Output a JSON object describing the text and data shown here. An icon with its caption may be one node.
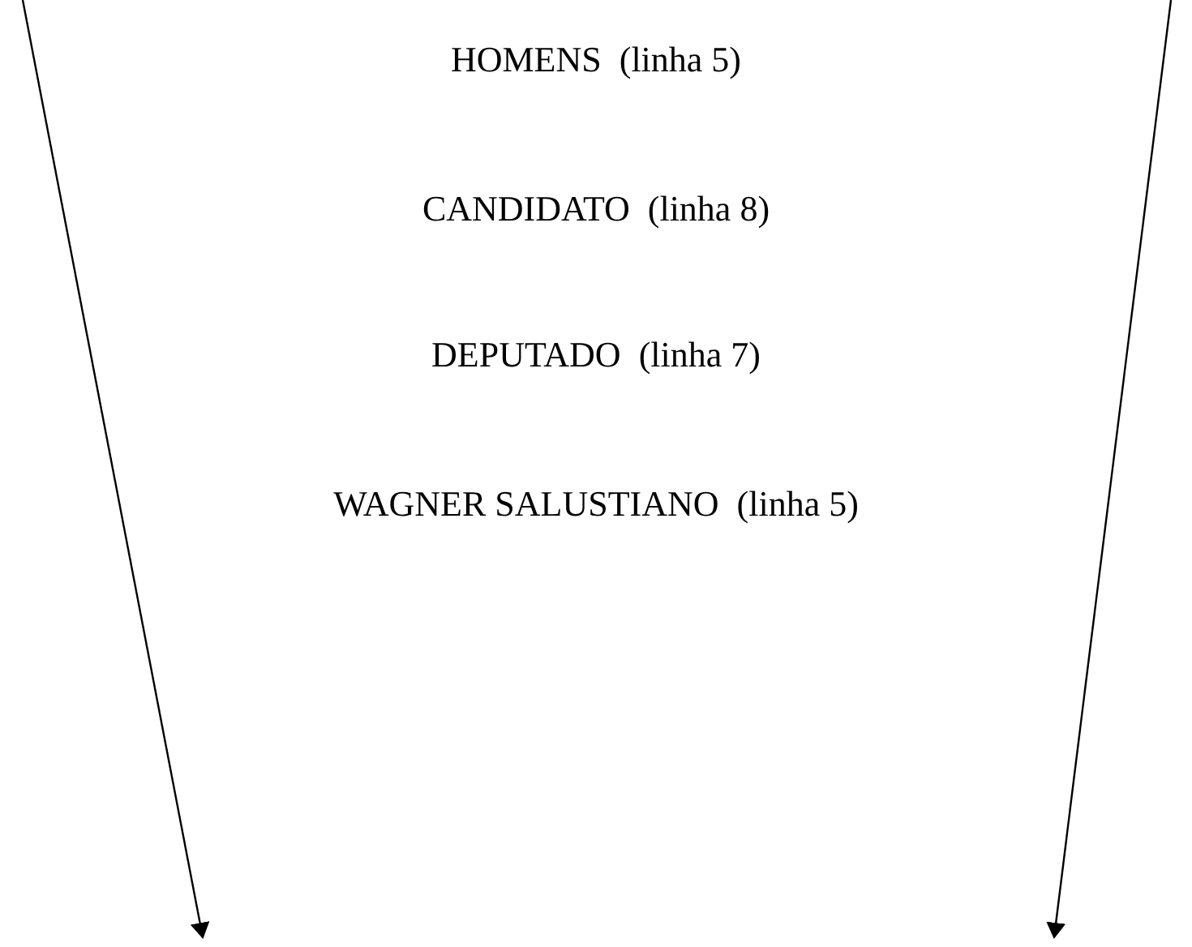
{
  "diagram": {
    "labels": [
      "HOMENS  (linha 5)",
      "CANDIDATO  (linha 8)",
      "DEPUTADO  (linha 7)",
      "WAGNER SALUSTIANO  (linha 5)"
    ]
  }
}
